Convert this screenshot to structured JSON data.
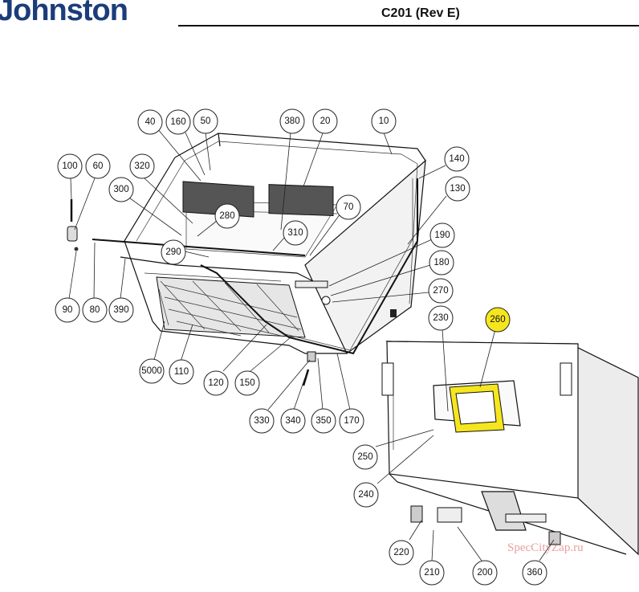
{
  "header": {
    "brand": "Johnston",
    "doc_code": "C201 (Rev E)"
  },
  "callouts": [
    {
      "id": "c40",
      "label": "40"
    },
    {
      "id": "c160",
      "label": "160"
    },
    {
      "id": "c50",
      "label": "50"
    },
    {
      "id": "c380",
      "label": "380"
    },
    {
      "id": "c20",
      "label": "20"
    },
    {
      "id": "c10",
      "label": "10"
    },
    {
      "id": "c100",
      "label": "100"
    },
    {
      "id": "c60",
      "label": "60"
    },
    {
      "id": "c320",
      "label": "320"
    },
    {
      "id": "c140",
      "label": "140"
    },
    {
      "id": "c300",
      "label": "300"
    },
    {
      "id": "c130",
      "label": "130"
    },
    {
      "id": "c280",
      "label": "280"
    },
    {
      "id": "c70",
      "label": "70"
    },
    {
      "id": "c310",
      "label": "310"
    },
    {
      "id": "c290",
      "label": "290"
    },
    {
      "id": "c190",
      "label": "190"
    },
    {
      "id": "c180",
      "label": "180"
    },
    {
      "id": "c270",
      "label": "270"
    },
    {
      "id": "c90",
      "label": "90"
    },
    {
      "id": "c80",
      "label": "80"
    },
    {
      "id": "c390",
      "label": "390"
    },
    {
      "id": "c230",
      "label": "230"
    },
    {
      "id": "c260",
      "label": "260",
      "highlight": true
    },
    {
      "id": "c5000",
      "label": "5000"
    },
    {
      "id": "c110",
      "label": "110"
    },
    {
      "id": "c120",
      "label": "120"
    },
    {
      "id": "c150",
      "label": "150"
    },
    {
      "id": "c330",
      "label": "330"
    },
    {
      "id": "c340",
      "label": "340"
    },
    {
      "id": "c350",
      "label": "350"
    },
    {
      "id": "c170",
      "label": "170"
    },
    {
      "id": "c250",
      "label": "250"
    },
    {
      "id": "c240",
      "label": "240"
    },
    {
      "id": "c220",
      "label": "220"
    },
    {
      "id": "c210",
      "label": "210"
    },
    {
      "id": "c200",
      "label": "200"
    },
    {
      "id": "c360",
      "label": "360"
    }
  ],
  "watermark": "SpecCityZap.ru",
  "colors": {
    "brand": "#1b3d7a",
    "highlight": "#f6e61e",
    "line": "#222222"
  }
}
